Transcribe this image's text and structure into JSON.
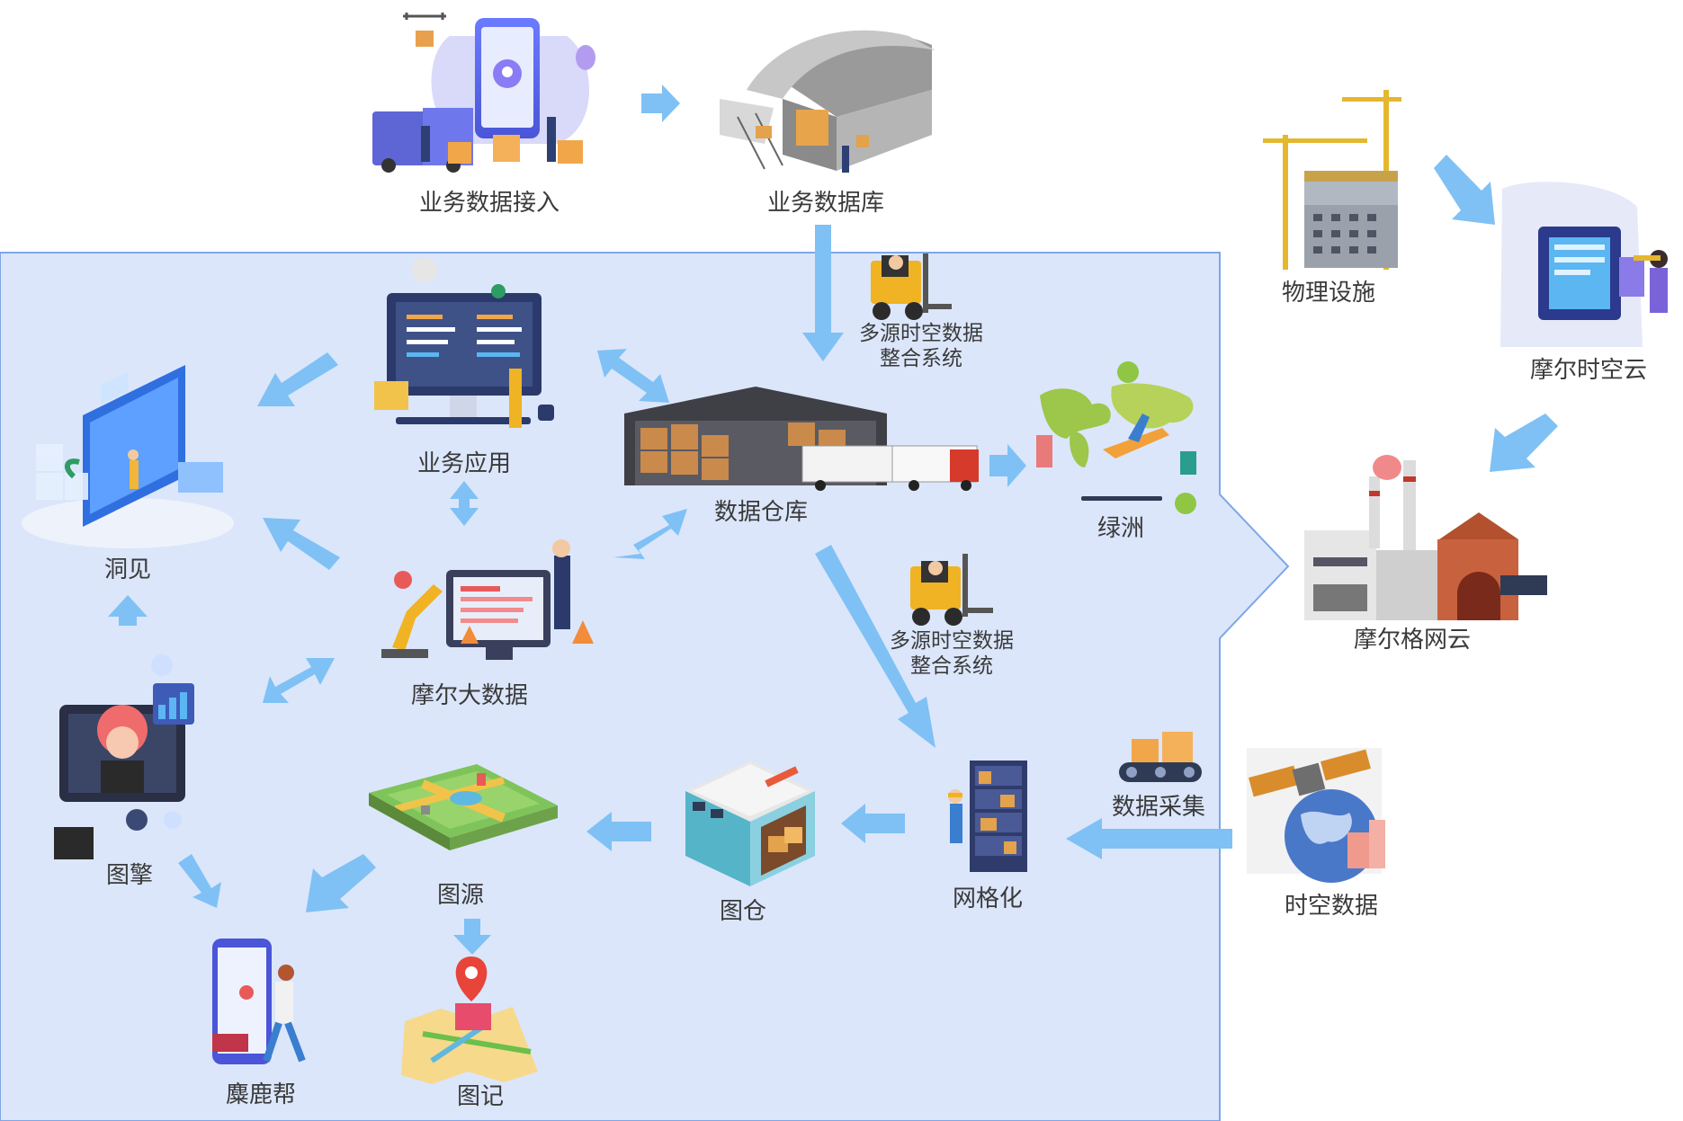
{
  "nodes": {
    "biz_data_ingest": "业务数据接入",
    "biz_database": "业务数据库",
    "physical_facilities": "物理设施",
    "moer_spacetime_cloud": "摩尔时空云",
    "moer_grid_cloud": "摩尔格网云",
    "spacetime_data": "时空数据",
    "data_collection": "数据采集",
    "biz_app": "业务应用",
    "data_warehouse": "数据仓库",
    "oasis": "绿洲",
    "insight": "洞见",
    "moer_bigdata": "摩尔大数据",
    "tuqing": "图擎",
    "tuyuan": "图源",
    "tucang": "图仓",
    "gridding": "网格化",
    "milubang": "麋鹿帮",
    "tuji": "图记"
  },
  "integration_system_1": [
    "多源时空数据",
    "整合系统"
  ],
  "integration_system_2": [
    "多源时空数据",
    "整合系统"
  ],
  "colors": {
    "panel_fill": "#dbe6fb",
    "panel_stroke": "#7fa6e6",
    "arrow": "#7fc1f4",
    "text": "#3a3a3a"
  }
}
